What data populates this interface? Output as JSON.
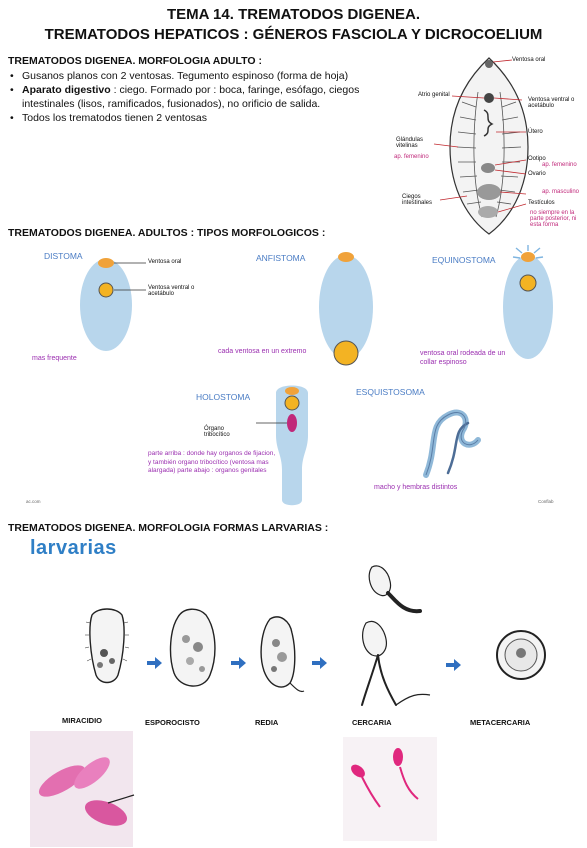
{
  "header": {
    "title1": "TEMA 14. TREMATODOS DIGENEA.",
    "title2": "TREMATODOS HEPATICOS : GÉNEROS FASCIOLA Y DICROCOELIUM"
  },
  "adult": {
    "heading": "TREMATODOS DIGENEA. MORFOLOGIA ADULTO :",
    "bullet1": "Gusanos planos con 2 ventosas. Tegumento espinoso (forma de hoja)",
    "bullet2_bold": "Aparato digestivo",
    "bullet2_rest": " : ciego. Formado por : boca, faringe, esófago, ciegos intestinales (lisos, ramificados, fusionados), no orificio de salida.",
    "bullet3": "Todos los trematodos tienen 2 ventosas",
    "diagram": {
      "ventosa_oral": "Ventosa oral",
      "atrio_genital": "Atrio genital",
      "ventosa_ventral": "Ventosa ventral o acetábulo",
      "glandulas": "Glándulas vitelinas",
      "ap_femenino_left": "ap. femenino",
      "utero": "Útero",
      "ootipo": "Ootipo",
      "ap_femenino_right": "ap. femenino",
      "ovario": "Ovario",
      "ap_masculino": "ap. masculino",
      "ciegos": "Ciegos intestinales",
      "testiculos": "Testículos",
      "note": "no siempre en la parte posterior, ni esta forma"
    }
  },
  "types": {
    "heading": "TREMATODOS DIGENEA. ADULTOS : TIPOS MORFOLOGICOS :",
    "distoma": "DISTOMA",
    "distoma_oral": "Ventosa oral",
    "distoma_ventral": "Ventosa ventral o acetábulo",
    "distoma_note": "mas frequente",
    "anfistoma": "ANFISTOMA",
    "anfistoma_note": "cada ventosa en un extremo",
    "equinostoma": "EQUINOSTOMA",
    "equinostoma_note": "ventosa oral rodeada de un collar espinoso",
    "holostoma": "HOLOSTOMA",
    "holostoma_organo": "Órgano tribocítico",
    "holostoma_note": "parte arriba : donde hay organos de fijacion, y también organo tribocítico (ventosa mas alargada) parte abajo : organos genitales",
    "esquistosoma": "ESQUISTOSOMA",
    "esquistosoma_note": "macho y hembras distintos",
    "credit_left": "ac.com",
    "credit_right": "Conflab"
  },
  "larvae": {
    "heading": "TREMATODOS DIGENEA. MORFOLOGIA FORMAS LARVARIAS :",
    "handwritten": "larvarias",
    "names": [
      "MIRACIDIO",
      "ESPOROCISTO",
      "REDIA",
      "CERCARIA",
      "METACERCARIA"
    ]
  },
  "colors": {
    "body_blue": "#b8d6ec",
    "sucker_orange": "#f0a23a",
    "label_magenta": "#9b2fb0",
    "arrow_blue": "#2f6fc0"
  }
}
